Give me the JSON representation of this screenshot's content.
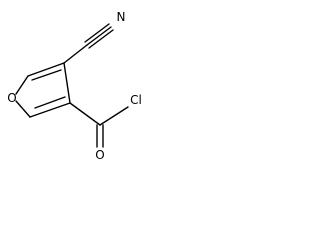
{
  "molecule": {
    "atoms": {
      "nitrogen": "N",
      "ring_oxygen": "O",
      "carbonyl_oxygen": "O",
      "chlorine": "Cl"
    }
  }
}
